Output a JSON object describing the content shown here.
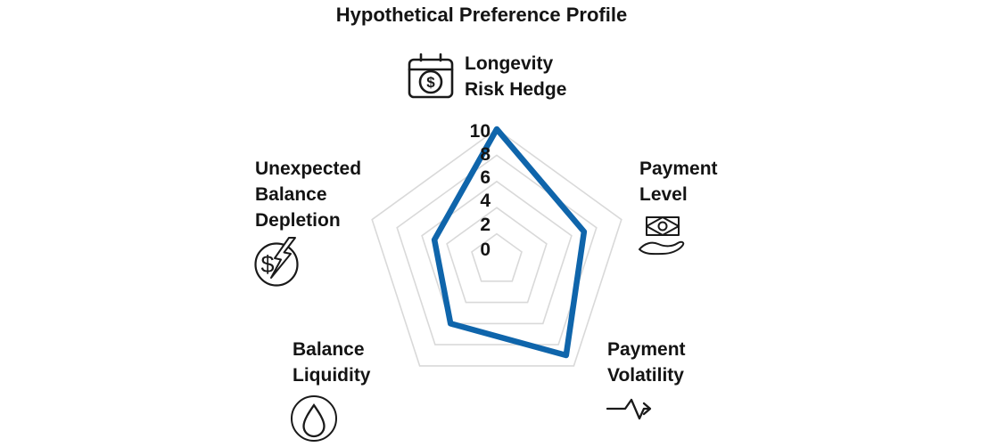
{
  "title": "Hypothetical Preference Profile",
  "chart_data": {
    "type": "radar",
    "title": "Hypothetical Preference Profile",
    "categories": [
      "Longevity Risk Hedge",
      "Payment Level",
      "Payment Volatility",
      "Balance Liquidity",
      "Unexpected Balance Depletion"
    ],
    "values": [
      10,
      7,
      9,
      6,
      5
    ],
    "radial_ticks": [
      "10",
      "8",
      "6",
      "4",
      "2",
      "0"
    ],
    "ring_values": [
      2,
      4,
      6,
      8,
      10
    ],
    "range": [
      0,
      10
    ],
    "grid": true,
    "grid_shape": "pentagon",
    "legend": false,
    "fill": "none",
    "line_color": "#0f65ab",
    "grid_color": "#d9d9d9"
  },
  "axis_labels": {
    "top": "Longevity\nRisk Hedge",
    "right": "Payment\nLevel",
    "bottom_right": "Payment\nVolatility",
    "bottom_left": "Balance\nLiquidity",
    "left": "Unexpected\nBalance\nDepletion"
  },
  "icons": {
    "top": "calendar-dollar-icon",
    "right": "cash-in-hand-icon",
    "bottom_right": "volatility-arrow-icon",
    "bottom_left": "droplet-circle-icon",
    "left": "dollar-lightning-icon"
  },
  "colors": {
    "series_blue": "#0f65ab",
    "grid_gray": "#d9d9d9",
    "text_black": "#141414"
  }
}
